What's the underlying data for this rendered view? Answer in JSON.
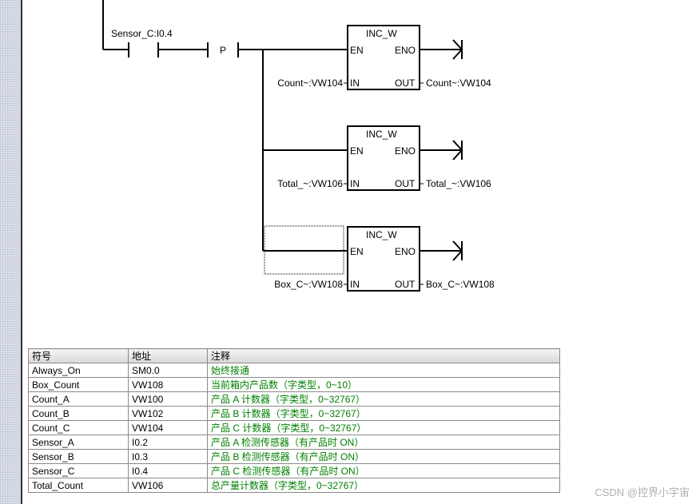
{
  "ladder": {
    "contact_label": "Sensor_C:I0.4",
    "edge_label": "P",
    "blocks": [
      {
        "title": "INC_W",
        "en": "EN",
        "eno": "ENO",
        "in_pin": "IN",
        "out_pin": "OUT",
        "in_operand": "Count~:VW104",
        "out_operand": "Count~:VW104"
      },
      {
        "title": "INC_W",
        "en": "EN",
        "eno": "ENO",
        "in_pin": "IN",
        "out_pin": "OUT",
        "in_operand": "Total_~:VW106",
        "out_operand": "Total_~:VW106"
      },
      {
        "title": "INC_W",
        "en": "EN",
        "eno": "ENO",
        "in_pin": "IN",
        "out_pin": "OUT",
        "in_operand": "Box_C~:VW108",
        "out_operand": "Box_C~:VW108"
      }
    ]
  },
  "symbol_table": {
    "headers": [
      "符号",
      "地址",
      "注释"
    ],
    "rows": [
      {
        "symbol": "Always_On",
        "address": "SM0.0",
        "comment": "始终接通"
      },
      {
        "symbol": "Box_Count",
        "address": "VW108",
        "comment": "当前箱内产品数（字类型，0~10）"
      },
      {
        "symbol": "Count_A",
        "address": "VW100",
        "comment": "产品 A 计数器（字类型，0~32767）"
      },
      {
        "symbol": "Count_B",
        "address": "VW102",
        "comment": "产品 B 计数器（字类型，0~32767）"
      },
      {
        "symbol": "Count_C",
        "address": "VW104",
        "comment": "产品 C 计数器（字类型，0~32767）"
      },
      {
        "symbol": "Sensor_A",
        "address": "I0.2",
        "comment": "产品 A 检测传感器（有产品时 ON）"
      },
      {
        "symbol": "Sensor_B",
        "address": "I0.3",
        "comment": "产品 B 检测传感器（有产品时 ON）"
      },
      {
        "symbol": "Sensor_C",
        "address": "I0.4",
        "comment": "产品 C 检测传感器（有产品时 ON）"
      },
      {
        "symbol": "Total_Count",
        "address": "VW106",
        "comment": "总产量计数器（字类型，0~32767）"
      }
    ]
  },
  "watermark": "CSDN @控界小宇宙",
  "colors": {
    "comment_text": "#008000",
    "wire": "#000000",
    "gutter": "#dfe3ee"
  }
}
